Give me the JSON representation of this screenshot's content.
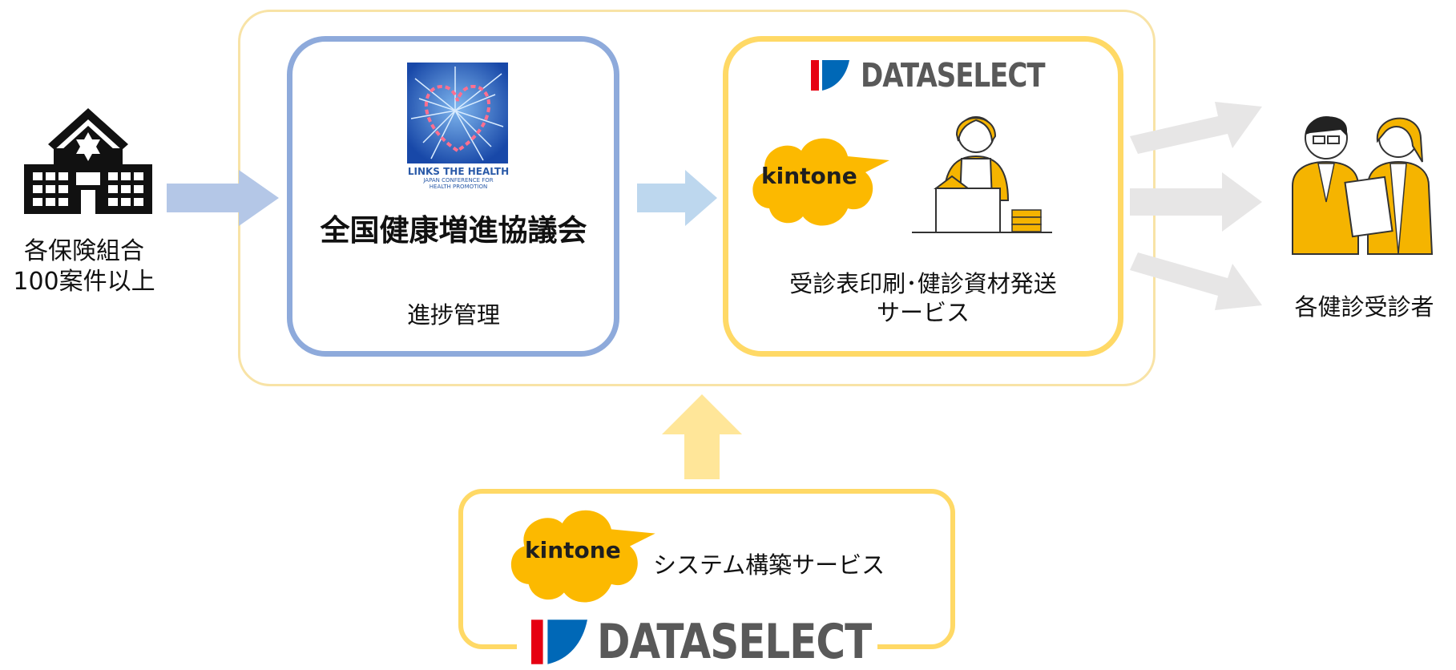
{
  "source": {
    "label_line1": "各保険組合",
    "label_line2": "100案件以上"
  },
  "council": {
    "logo_text_main": "LINKS THE HEALTH",
    "logo_text_sub1": "JAPAN CONFERENCE FOR",
    "logo_text_sub2": "HEALTH PROMOTION",
    "title": "全国健康増進協議会",
    "subtitle": "進捗管理"
  },
  "service": {
    "brand": "DATASELECT",
    "kintone": "kintone",
    "label_line1": "受診表印刷･健診資材発送",
    "label_line2": "サービス"
  },
  "recipients": {
    "label": "各健診受診者"
  },
  "system": {
    "kintone": "kintone",
    "label": "システム構築サービス",
    "brand": "DATASELECT"
  },
  "colors": {
    "outer_frame": "#f8e3a6",
    "council_border": "#8eaadb",
    "service_border": "#ffd966",
    "blue_arrow": "#b4c7e7",
    "light_blue_arrow": "#bdd7ee",
    "gray_arrow": "#e7e6e6",
    "yellow_arrow": "#ffe699",
    "kintone_cloud": "#fcb900",
    "brand_red": "#e60012",
    "brand_blue": "#0068b7"
  }
}
